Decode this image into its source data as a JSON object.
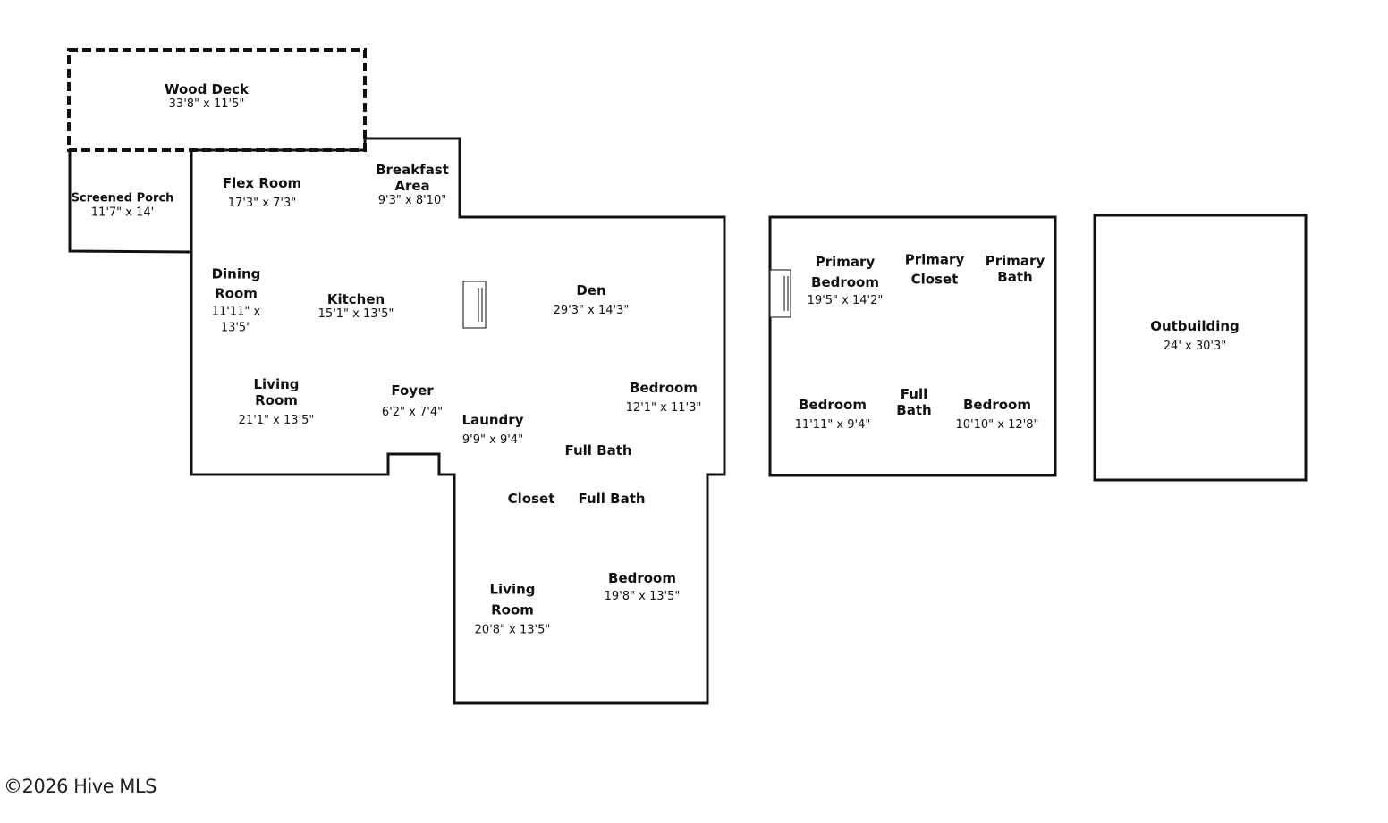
{
  "colors": {
    "wall": "#111111",
    "background": "#ffffff",
    "text": "#111111"
  },
  "rooms": {
    "wood_deck": {
      "name": "Wood Deck",
      "dims": "33'8\" x 11'5\""
    },
    "screened_porch": {
      "name": "Screened Porch",
      "dims": "11'7\" x 14'"
    },
    "flex_room": {
      "name": "Flex Room",
      "dims": "17'3\" x 7'3\""
    },
    "breakfast_area": {
      "name_1": "Breakfast",
      "name_2": "Area",
      "dims": "9'3\" x 8'10\""
    },
    "dining_room": {
      "name_1": "Dining",
      "name_2": "Room",
      "dims_1": "11'11\" x",
      "dims_2": "13'5\""
    },
    "kitchen": {
      "name": "Kitchen",
      "dims": "15'1\" x 13'5\""
    },
    "den": {
      "name": "Den",
      "dims": "29'3\" x 14'3\""
    },
    "living_room_main": {
      "name_1": "Living",
      "name_2": "Room",
      "dims": "21'1\" x 13'5\""
    },
    "foyer": {
      "name": "Foyer",
      "dims": "6'2\" x 7'4\""
    },
    "laundry": {
      "name": "Laundry",
      "dims": "9'9\" x 9'4\""
    },
    "bedroom_main": {
      "name": "Bedroom",
      "dims": "12'1\" x 11'3\""
    },
    "full_bath_1": {
      "name": "Full Bath"
    },
    "closet": {
      "name": "Closet"
    },
    "full_bath_2": {
      "name": "Full Bath"
    },
    "living_room_lower": {
      "name_1": "Living",
      "name_2": "Room",
      "dims": "20'8\" x 13'5\""
    },
    "bedroom_lower": {
      "name": "Bedroom",
      "dims": "19'8\" x 13'5\""
    },
    "primary_bedroom": {
      "name_1": "Primary",
      "name_2": "Bedroom",
      "dims": "19'5\" x 14'2\""
    },
    "primary_closet": {
      "name_1": "Primary",
      "name_2": "Closet"
    },
    "primary_bath": {
      "name_1": "Primary",
      "name_2": "Bath"
    },
    "bedroom_upper_1": {
      "name": "Bedroom",
      "dims": "11'11\" x 9'4\""
    },
    "full_bath_upper": {
      "name_1": "Full",
      "name_2": "Bath"
    },
    "bedroom_upper_2": {
      "name": "Bedroom",
      "dims": "10'10\" x 12'8\""
    },
    "outbuilding": {
      "name": "Outbuilding",
      "dims": "24' x 30'3\""
    }
  },
  "footer": {
    "copyright": "©2026 Hive MLS"
  }
}
